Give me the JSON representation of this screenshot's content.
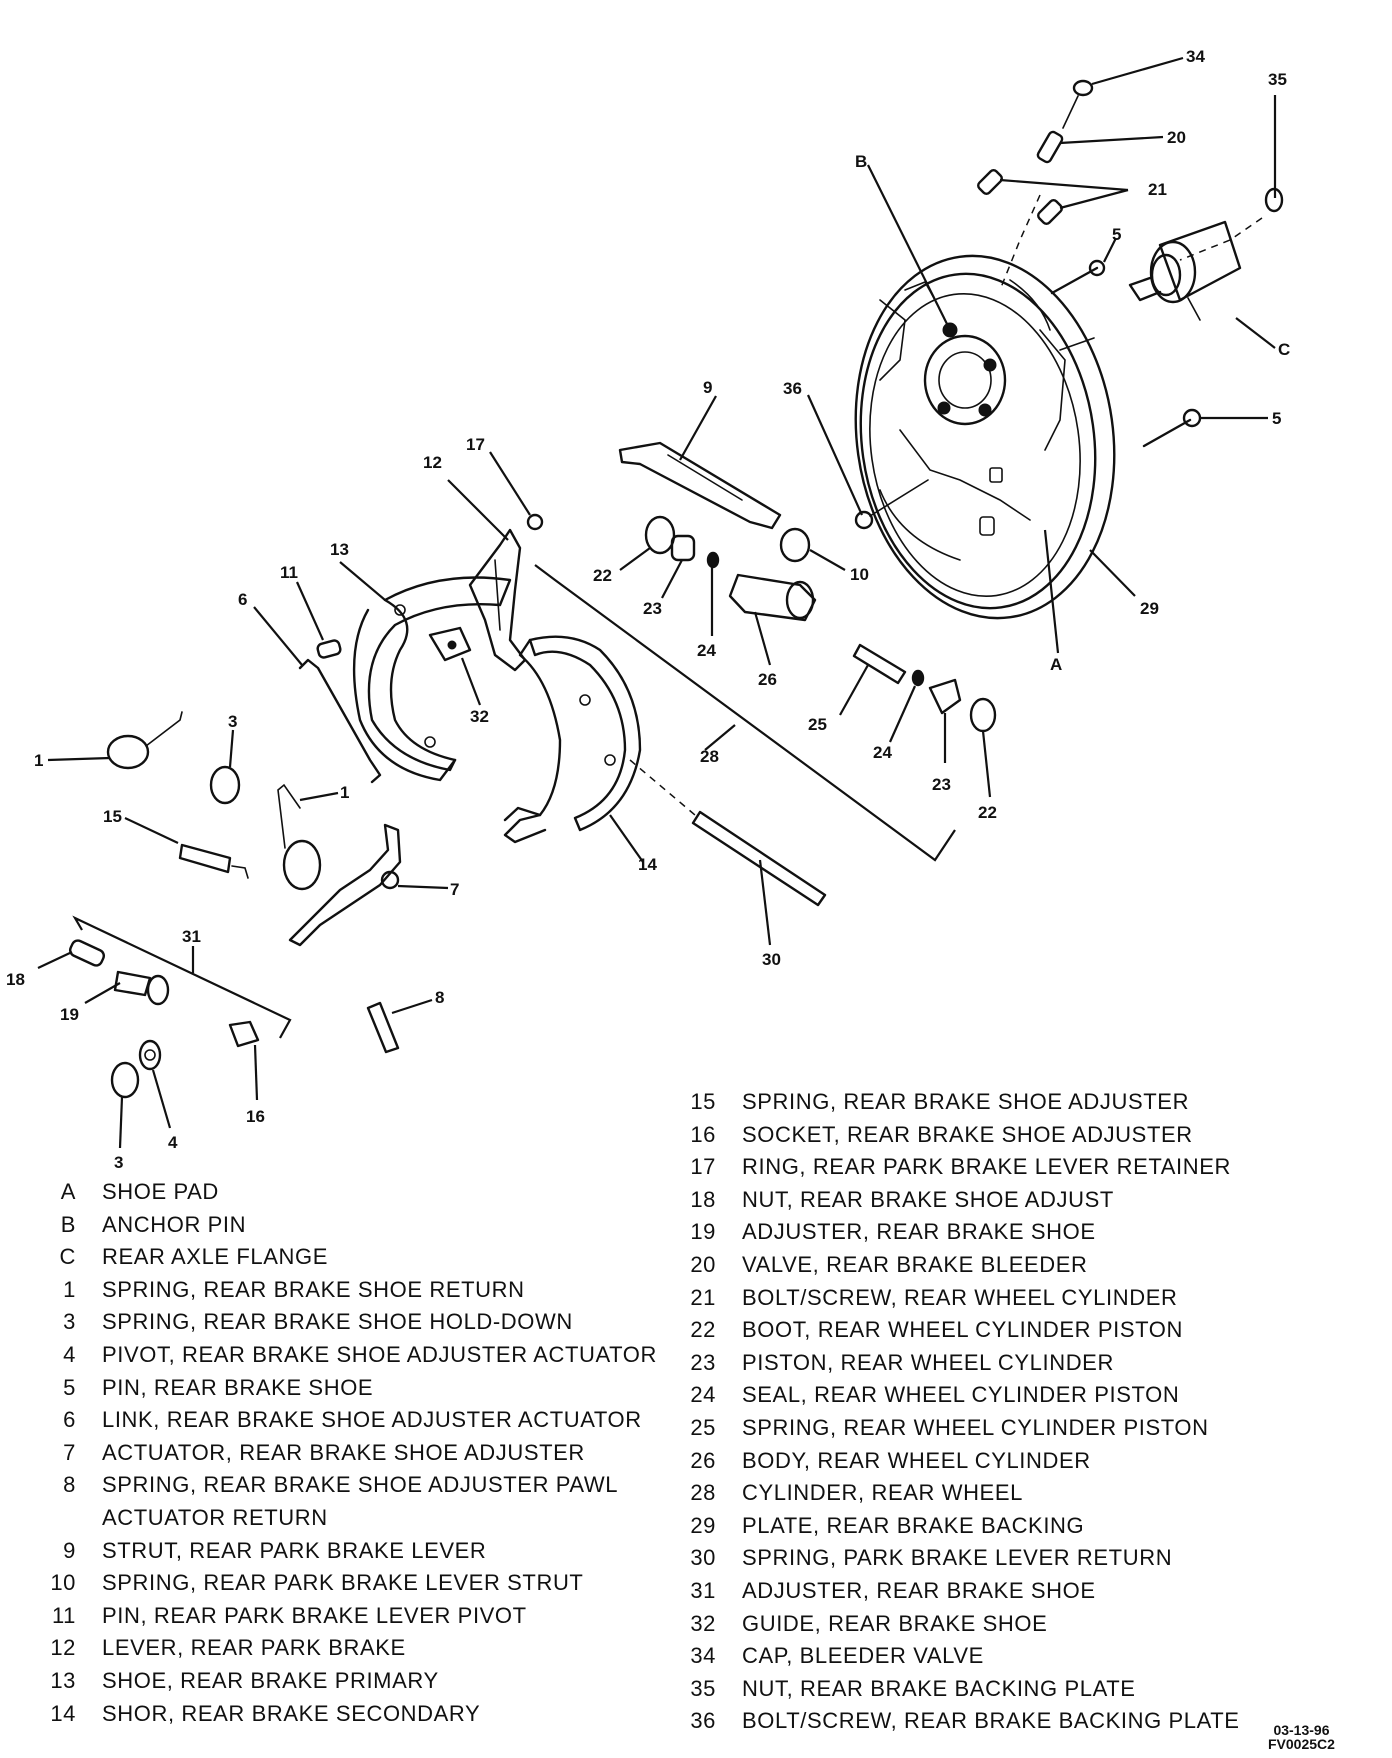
{
  "callouts": {
    "c34": "34",
    "c35": "35",
    "c20": "20",
    "cB": "B",
    "c21": "21",
    "c5a": "5",
    "cC": "C",
    "c5b": "5",
    "c9": "9",
    "c36": "36",
    "c17": "17",
    "c12": "12",
    "c13": "13",
    "c11": "11",
    "c6": "6",
    "c22a": "22",
    "c23a": "23",
    "c24a": "24",
    "c26": "26",
    "c10": "10",
    "c29": "29",
    "cA": "A",
    "c25": "25",
    "c24b": "24",
    "c23b": "23",
    "c22b": "22",
    "c32": "32",
    "c28": "28",
    "c3a": "3",
    "c1a": "1",
    "c15": "15",
    "c1b": "1",
    "c7": "7",
    "c14": "14",
    "c30": "30",
    "c31": "31",
    "c18": "18",
    "c19": "19",
    "c8": "8",
    "c16": "16",
    "c3b": "3",
    "c4": "4"
  },
  "legend_left": [
    {
      "key": "A",
      "desc": "SHOE PAD"
    },
    {
      "key": "B",
      "desc": "ANCHOR PIN"
    },
    {
      "key": "C",
      "desc": "REAR AXLE FLANGE"
    },
    {
      "key": "1",
      "desc": "SPRING, REAR BRAKE SHOE RETURN"
    },
    {
      "key": "3",
      "desc": "SPRING, REAR BRAKE SHOE HOLD-DOWN"
    },
    {
      "key": "4",
      "desc": "PIVOT, REAR BRAKE SHOE ADJUSTER ACTUATOR"
    },
    {
      "key": "5",
      "desc": "PIN, REAR BRAKE SHOE"
    },
    {
      "key": "6",
      "desc": "LINK, REAR BRAKE SHOE ADJUSTER ACTUATOR"
    },
    {
      "key": "7",
      "desc": "ACTUATOR, REAR BRAKE SHOE ADJUSTER"
    },
    {
      "key": "8",
      "desc": "SPRING, REAR BRAKE SHOE ADJUSTER PAWL"
    },
    {
      "key": "",
      "desc": "ACTUATOR RETURN"
    },
    {
      "key": "9",
      "desc": "STRUT, REAR PARK BRAKE LEVER"
    },
    {
      "key": "10",
      "desc": "SPRING, REAR PARK BRAKE LEVER STRUT"
    },
    {
      "key": "11",
      "desc": "PIN, REAR PARK BRAKE LEVER PIVOT"
    },
    {
      "key": "12",
      "desc": "LEVER, REAR PARK BRAKE"
    },
    {
      "key": "13",
      "desc": "SHOE, REAR BRAKE PRIMARY"
    },
    {
      "key": "14",
      "desc": "SHOR, REAR BRAKE SECONDARY"
    }
  ],
  "legend_right": [
    {
      "key": "15",
      "desc": "SPRING, REAR BRAKE SHOE ADJUSTER"
    },
    {
      "key": "16",
      "desc": "SOCKET, REAR BRAKE SHOE ADJUSTER"
    },
    {
      "key": "17",
      "desc": "RING, REAR PARK BRAKE LEVER RETAINER"
    },
    {
      "key": "18",
      "desc": "NUT, REAR BRAKE SHOE ADJUST"
    },
    {
      "key": "19",
      "desc": "ADJUSTER, REAR BRAKE SHOE"
    },
    {
      "key": "20",
      "desc": "VALVE, REAR BRAKE BLEEDER"
    },
    {
      "key": "21",
      "desc": "BOLT/SCREW, REAR WHEEL CYLINDER"
    },
    {
      "key": "22",
      "desc": "BOOT, REAR WHEEL CYLINDER PISTON"
    },
    {
      "key": "23",
      "desc": "PISTON, REAR WHEEL CYLINDER"
    },
    {
      "key": "24",
      "desc": "SEAL, REAR WHEEL CYLINDER PISTON"
    },
    {
      "key": "25",
      "desc": "SPRING, REAR WHEEL CYLINDER PISTON"
    },
    {
      "key": "26",
      "desc": "BODY, REAR WHEEL CYLINDER"
    },
    {
      "key": "28",
      "desc": "CYLINDER, REAR WHEEL"
    },
    {
      "key": "29",
      "desc": "PLATE, REAR BRAKE BACKING"
    },
    {
      "key": "30",
      "desc": "SPRING, PARK BRAKE LEVER RETURN"
    },
    {
      "key": "31",
      "desc": "ADJUSTER, REAR BRAKE SHOE"
    },
    {
      "key": "32",
      "desc": "GUIDE, REAR BRAKE SHOE"
    },
    {
      "key": "34",
      "desc": "CAP, BLEEDER VALVE"
    },
    {
      "key": "35",
      "desc": "NUT, REAR BRAKE BACKING PLATE"
    },
    {
      "key": "36",
      "desc": "BOLT/SCREW, REAR BRAKE BACKING PLATE"
    }
  ],
  "stamp": {
    "line1": "03-13-96",
    "line2": "FV0025C2"
  }
}
